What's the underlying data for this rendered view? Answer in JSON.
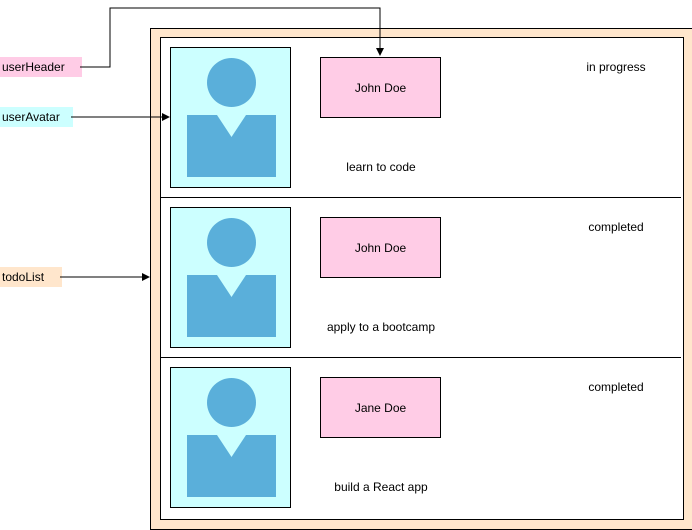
{
  "labels": {
    "user_header": "userHeader",
    "user_avatar": "userAvatar",
    "todo_list": "todoList"
  },
  "todos": [
    {
      "name": "John Doe",
      "status": "in progress",
      "task": "learn to code"
    },
    {
      "name": "John Doe",
      "status": "completed",
      "task": "apply to a bootcamp"
    },
    {
      "name": "Jane Doe",
      "status": "completed",
      "task": "build a React app"
    }
  ],
  "colors": {
    "user_header_fill": "#ffcce6",
    "user_avatar_fill": "#ccffff",
    "todo_list_fill": "#ffe6cc",
    "avatar_icon": "#5aafda",
    "stroke": "#000000",
    "background": "#ffffff"
  },
  "icons": {
    "avatar": "user-silhouette-icon"
  }
}
